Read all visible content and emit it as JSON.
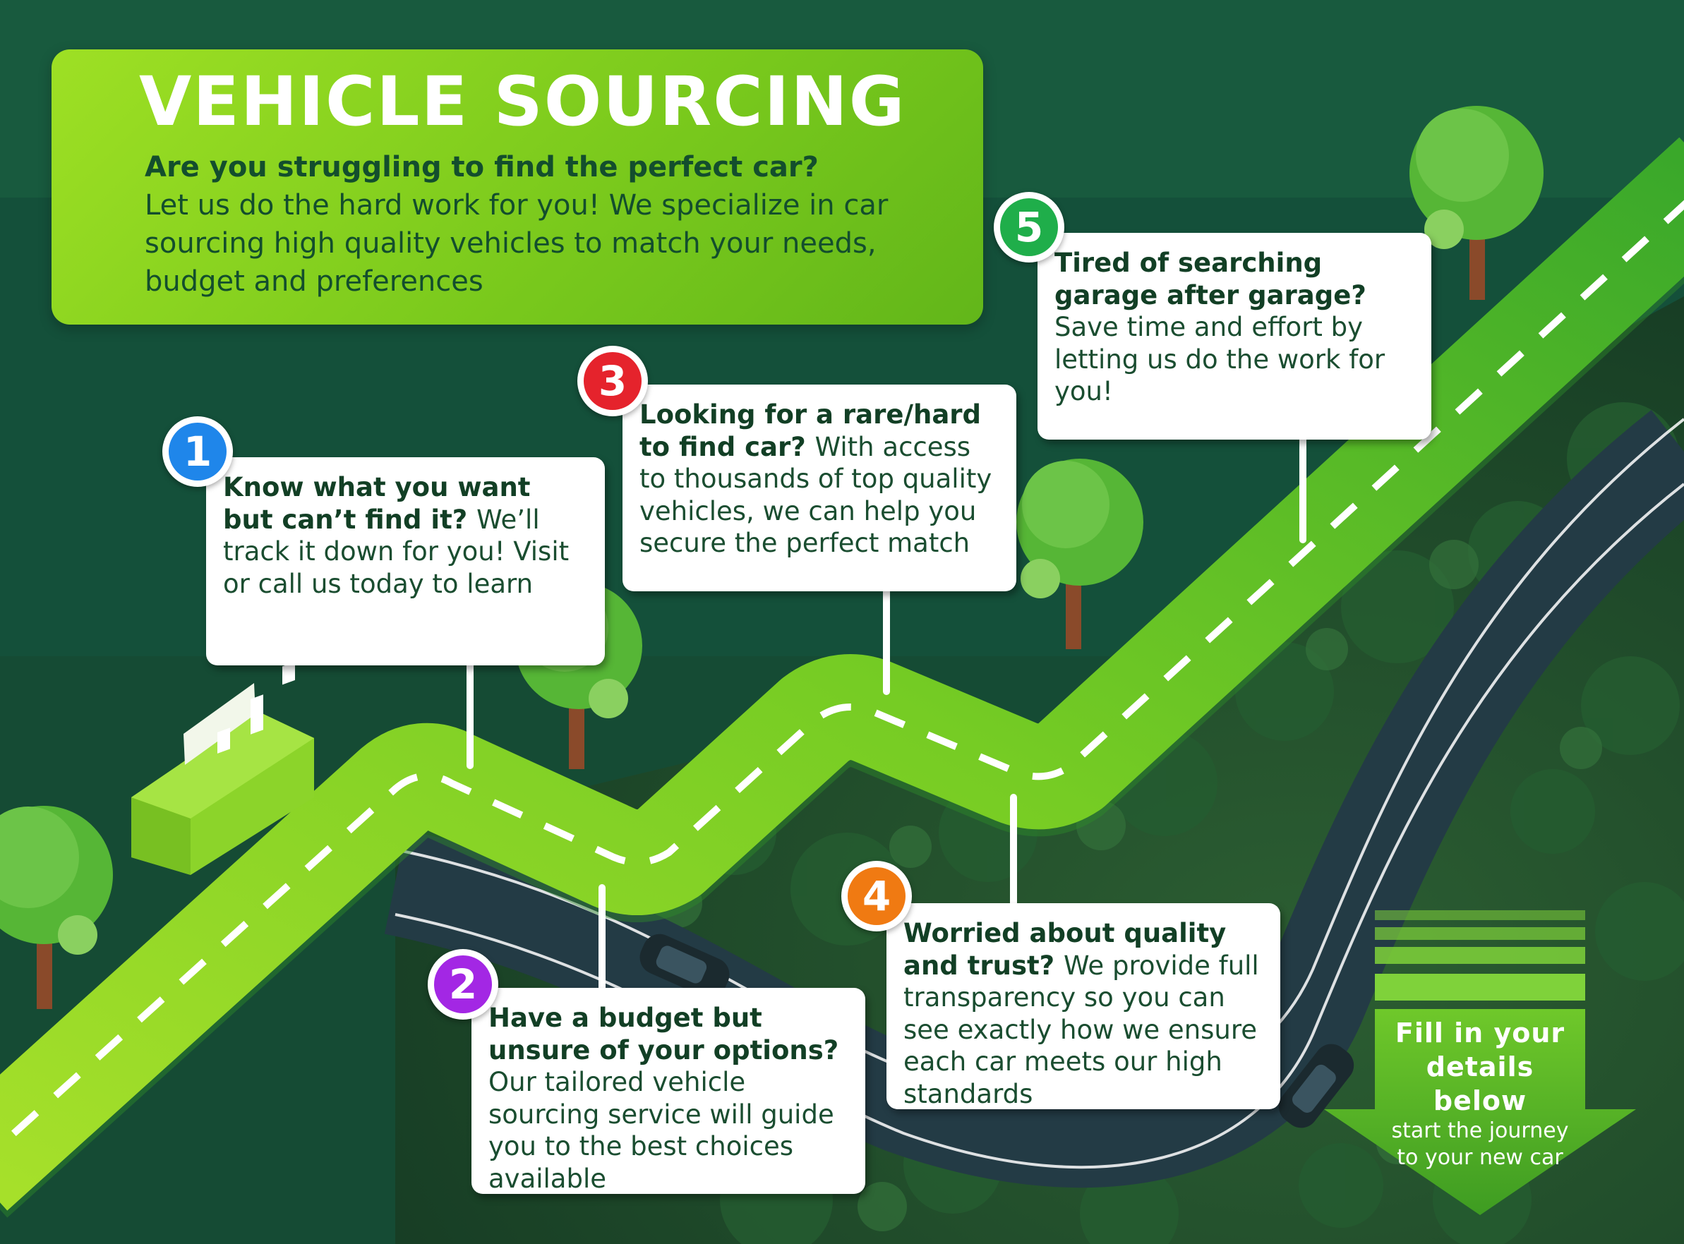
{
  "hero": {
    "title": "VEHICLE SOURCING",
    "question": "Are you struggling to find the perfect car?",
    "body": "Let us do the hard work for you! We specialize in car sourcing high quality vehicles to match your needs, budget and preferences"
  },
  "steps": [
    {
      "number": "1",
      "color": "#1f86ea",
      "heading": "Know what you want but can’t find it?",
      "body": "We’ll track it down for you! Visit or call us today to learn"
    },
    {
      "number": "2",
      "color": "#a327e4",
      "heading": "Have a budget but unsure of your options?",
      "body": "Our tailored vehicle sourcing service will guide you to the best choices available"
    },
    {
      "number": "3",
      "color": "#e5232c",
      "heading": "Looking for a rare/hard to find car?",
      "body": "With access to thousands of top quality vehicles, we can help you secure the perfect match"
    },
    {
      "number": "4",
      "color": "#f07a12",
      "heading": "Worried about quality and trust?",
      "body": "We provide full transparency so you can see exactly how we ensure each car meets our high standards"
    },
    {
      "number": "5",
      "color": "#1fae4a",
      "heading": "Tired of searching garage after garage?",
      "body": "Save time and effort by letting us do the work for you!"
    }
  ],
  "cta": {
    "line1": "Fill in your",
    "line2": "details below",
    "line3": "start the journey",
    "line4": "to your new car"
  },
  "colors": {
    "background_dark": "#17543a",
    "road_light": "#a4e028",
    "road_dark": "#4cb820",
    "text_dark_green": "#1a4d30"
  }
}
